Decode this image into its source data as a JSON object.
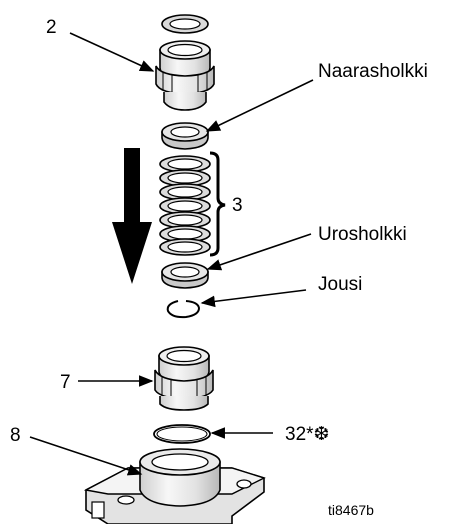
{
  "callouts": {
    "part_2": "2",
    "female_adapter": "Naarasholkki",
    "part_3": "3",
    "male_adapter": "Urosholkki",
    "spring": "Jousi",
    "part_7": "7",
    "part_32": "32*❆",
    "part_8": "8"
  },
  "figure_id": "ti8467b",
  "colors": {
    "line": "#000000",
    "part_fill_light": "#f2f2f2",
    "part_fill_mid": "#d9d9d9",
    "part_fill_dark": "#bdbdbd"
  }
}
